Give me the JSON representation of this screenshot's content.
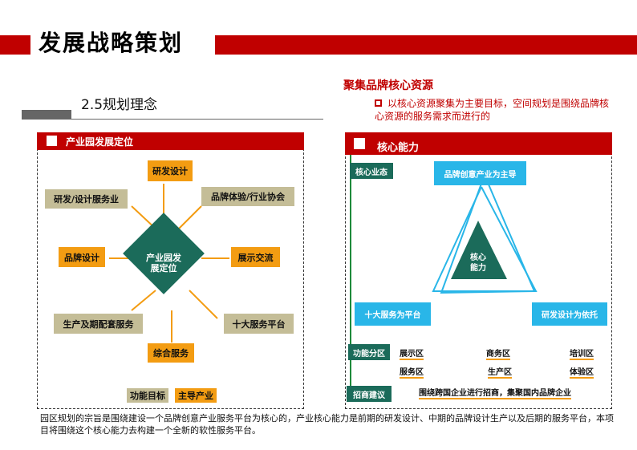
{
  "header": {
    "title": "发展战略策划"
  },
  "section": {
    "subtitle": "2.5规划理念"
  },
  "brand": {
    "title": "聚集品牌核心资源",
    "description": "以核心资源聚集为主要目标，空间规划是围绕品牌核心资源的服务需求而进行的"
  },
  "left_panel": {
    "header": "产业园发展定位",
    "center": "产业园发\n展定位",
    "nodes": {
      "top": "研发设计",
      "top_left": "研发/设计服务业",
      "top_right": "品牌体验/行业协会",
      "left": "品牌设计",
      "right": "展示交流",
      "bottom_left": "生产及期配套服务",
      "bottom_right": "十大服务平台",
      "bottom": "综合服务"
    },
    "legend": {
      "label": "功能目标",
      "value": "主导产业"
    }
  },
  "right_panel": {
    "header": "核心能力",
    "tags": {
      "core_format": "核心业态",
      "function_zone": "功能分区",
      "investment": "招商建议"
    },
    "triangle": {
      "top": "品牌创意产业为主导",
      "center": "核心\n能力",
      "left": "十大服务为平台",
      "right": "研发设计为依托"
    },
    "zones": [
      "展示区",
      "商务区",
      "培训区",
      "服务区",
      "生产区",
      "体验区"
    ],
    "investment_text": "围绕跨国企业进行招商，集聚国内品牌企业"
  },
  "footer": {
    "text": "园区规划的宗旨是围绕建设一个品牌创意产业服务平台为核心的，产业核心能力是前期的研发设计、中期的品牌设计生产以及后期的服务平台，本项目将围绕这个核心能力去构建一个全新的软性服务平台。"
  },
  "colors": {
    "accent_red": "#c00000",
    "teal": "#1b6b5a",
    "orange": "#f39c12",
    "tan": "#c4bd97",
    "cyan": "#29b6e8"
  }
}
